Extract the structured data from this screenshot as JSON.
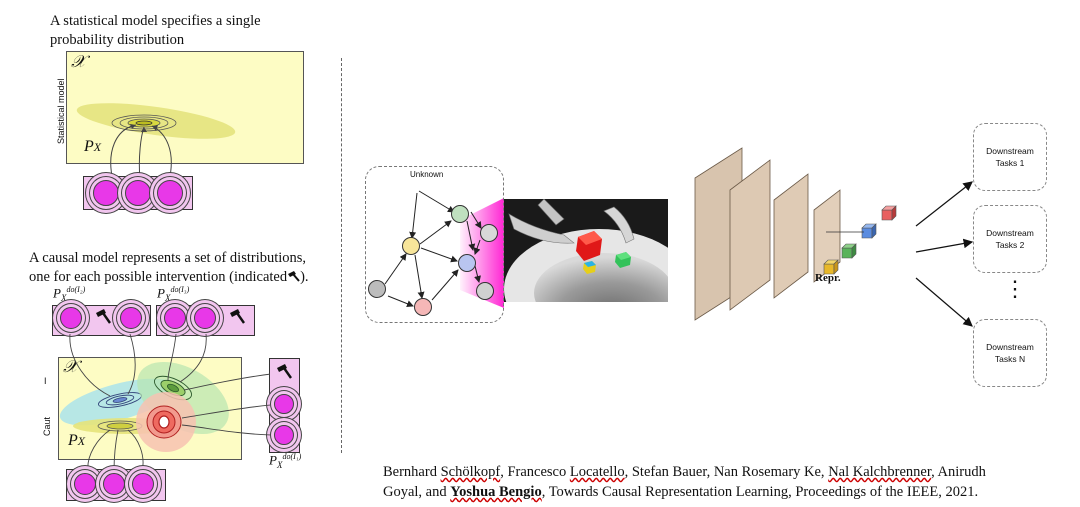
{
  "statistical": {
    "caption_line1": "A statistical model specifies a single",
    "caption_line2": "probability distribution",
    "space_label": "𝒳",
    "axis_label": "Statistical model",
    "dist_label": "P",
    "dist_sub": "X"
  },
  "causal": {
    "caption_line1": "A causal model represents a set of distributions,",
    "caption_line2": "one for each possible intervention (indicated",
    "caption_line2_end": ").",
    "space_label": "𝒳",
    "axis_label": "Caut",
    "marker": "I",
    "dist_label": "P",
    "dist_sub": "X",
    "int_label_1": "P",
    "int_label_1_sup": "do(I₂)",
    "int_label_2": "P",
    "int_label_2_sup": "do(I₃)",
    "int_label_3": "P",
    "int_label_3_sup": "do(I₁)",
    "hammer_icon": "hammer-icon"
  },
  "diagram": {
    "unknown_label": "Unknown",
    "repr_label": "Repr.",
    "tasks": [
      "Downstream\nTasks 1",
      "Downstream\nTasks 2",
      "Downstream\nTasks N"
    ],
    "ellipsis": "⋮"
  },
  "citation": {
    "author1": "Bernhard ",
    "author1_u": "Schölkopf",
    "author2": ", Francesco ",
    "author2_u": "Locatello",
    "author3": ", Stefan Bauer, Nan Rosemary Ke, ",
    "author3_u": "Nal Kalchbrenner",
    "author4": ", Anirudh",
    "line2a": "Goyal, and ",
    "bold_name": "Yoshua Bengio",
    "line2b": ", Towards Causal Representation Learning, Proceedings of the IEEE, 2021."
  }
}
